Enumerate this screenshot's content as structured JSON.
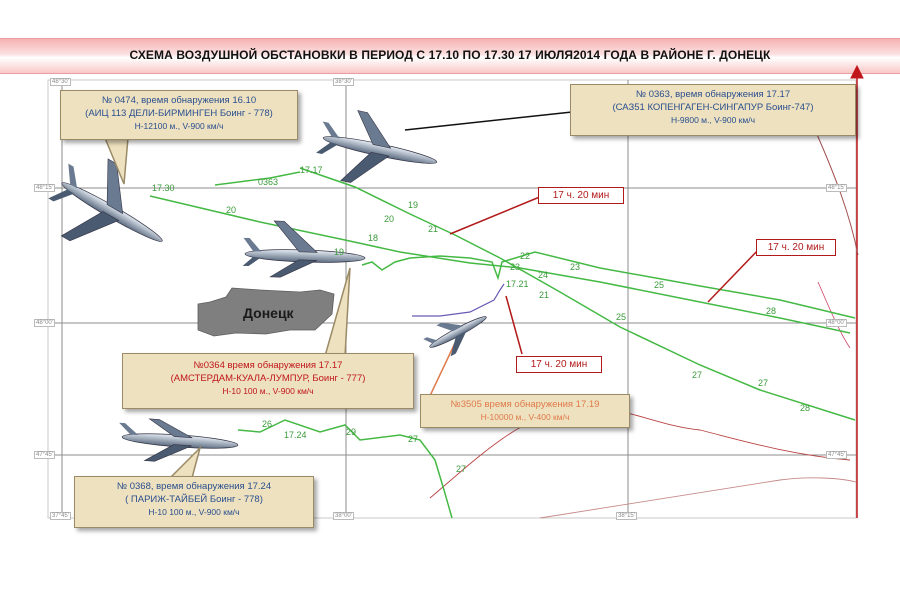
{
  "title": "СХЕМА ВОЗДУШНОЙ ОБСТАНОВКИ В ПЕРИОД С 17.10 ПО 17.30 17 ИЮЛЯ2014 ГОДА В РАЙОНЕ Г. ДОНЕЦК",
  "city": "Донецк",
  "colors": {
    "track_green": "#44b944",
    "callout_bg": "#ede1bf",
    "red": "#c0161b",
    "orange": "#e07a4a",
    "blue_text": "#2a4f8f",
    "city_gray": "#7f7f7f"
  },
  "callouts": {
    "c0474": {
      "line1": "№ 0474, время обнаружения 16.10",
      "line2": "(АИЦ 113 ДЕЛИ-БИРМИНГЕН Боинг - 778)",
      "line3": "Н-12100 м., V-900 км/ч"
    },
    "c0363": {
      "line1": "№ 0363, время обнаружения 17.17",
      "line2": "(САЗ51 КОПЕНГАГЕН-СИНГАПУР Боинг-747)",
      "line3": "Н-9800 м., V-900 км/ч"
    },
    "c0364": {
      "line1": "№0364 время обнаружения 17.17",
      "line2": "(АМСТЕРДАМ-КУАЛА-ЛУМПУР, Боинг - 777)",
      "line3": "Н-10 100 м., V-900 км/ч"
    },
    "c3505": {
      "line1": "№3505 время обнаружения 17.19",
      "line2": "Н-10000 м., V-400 км/ч"
    },
    "c0368": {
      "line1": "№ 0368, время обнаружения 17.24",
      "line2": "( ПАРИЖ-ТАЙБЕЙ Боинг - 778)",
      "line3": "Н-10 100 м., V-900 км/ч"
    }
  },
  "time_boxes": {
    "t1": "17 ч. 20 мин",
    "t2": "17 ч. 20 мин",
    "t3": "17 ч. 20 мин"
  },
  "track_labels": [
    {
      "id": "a",
      "text": "17.30"
    },
    {
      "id": "b",
      "text": "0363"
    },
    {
      "id": "c",
      "text": "17.17"
    },
    {
      "id": "d",
      "text": "20"
    },
    {
      "id": "e",
      "text": "19"
    },
    {
      "id": "f",
      "text": "20"
    },
    {
      "id": "g",
      "text": "21"
    },
    {
      "id": "h",
      "text": "19"
    },
    {
      "id": "i",
      "text": "18"
    },
    {
      "id": "j",
      "text": "22"
    },
    {
      "id": "k",
      "text": "23"
    },
    {
      "id": "l",
      "text": "24"
    },
    {
      "id": "m",
      "text": "25"
    },
    {
      "id": "n",
      "text": "27"
    },
    {
      "id": "o",
      "text": "25"
    },
    {
      "id": "p",
      "text": "21"
    },
    {
      "id": "q",
      "text": "23"
    },
    {
      "id": "r",
      "text": "28"
    },
    {
      "id": "s",
      "text": "27"
    },
    {
      "id": "t",
      "text": "28"
    },
    {
      "id": "u",
      "text": "17.24"
    },
    {
      "id": "v",
      "text": "17.21"
    },
    {
      "id": "w",
      "text": "26"
    },
    {
      "id": "x",
      "text": "27"
    },
    {
      "id": "y",
      "text": "29"
    },
    {
      "id": "z",
      "text": "27"
    }
  ],
  "grid_edge_labels": {
    "top_left": "48°30'",
    "top_mid": "38°30'",
    "row1_left": "48°15'",
    "row1_right": "48°15'",
    "row2_left": "48°00'",
    "row2_right": "48°00'",
    "row3_left": "47°45'",
    "row3_right": "47°45'",
    "bottom_left": "37°45'",
    "bottom_mid": "38°00'",
    "bottom_right": "38°15'"
  }
}
